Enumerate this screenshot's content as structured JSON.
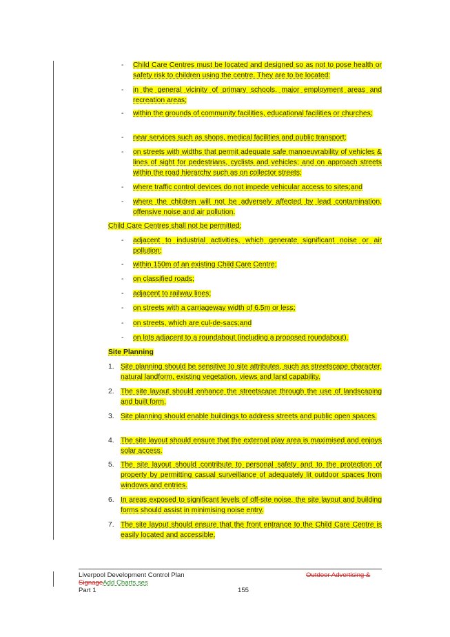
{
  "bullets_a": [
    "Child Care Centres must be located and designed so as not to pose health or safety risk to children using the centre. They are to be located:",
    " in the general vicinity of primary schools, major employment areas and recreation areas;",
    "within the grounds of community facilities, educational facilities or churches;",
    "near services such as shops, medical facilities and public transport;",
    "on streets with widths that permit adequate safe manoeuvrability of vehicles & lines of sight for pedestrians, cyclists and vehicles; and on approach streets within the road hierarchy such as on collector streets;",
    "where traffic control devices do not impede vehicular access to sites;and",
    "where the children will not be adversely affected by lead contamination, offensive noise and air pollution."
  ],
  "not_permitted_intro": "Child Care Centres shall not be permitted:",
  "bullets_b": [
    "adjacent to industrial activities, which generate significant noise or air pollution;",
    "within 150m of an existing Child Care Centre;",
    "on classified roads;",
    "adjacent to railway lines;",
    "on streets with a carriageway width of 6.5m or less;",
    "on streets, which are cul-de-sacs;and",
    "on lots adjacent to a roundabout (including a proposed roundabout)."
  ],
  "bullet_marker": "-",
  "heading": "Site Planning",
  "numbered": [
    {
      "num": "1.",
      "text": "Site planning should be sensitive to site attributes, such as streetscape character, natural landform, existing vegetation, views and land capability."
    },
    {
      "num": "2.",
      "text": "The site layout should enhance the streetscape through the use of landscaping and built form."
    },
    {
      "num": "3.",
      "text": "Site planning should enable buildings to address streets and public open spaces."
    },
    {
      "num": "4.",
      "text": "The site layout should ensure that the external play area is maximised and enjoys solar access."
    },
    {
      "num": "5.",
      "text": "The site layout should contribute to personal safety and to the protection of property by permitting casual surveillance of adequately lit outdoor spaces from windows and entries."
    },
    {
      "num": "6.",
      "text": "In areas exposed to significant levels of off-site noise, the site layout and building forms should assist in minimising noise entry."
    },
    {
      "num": "7.",
      "text": "The site layout should ensure that the front entrance to the Child Care Centre is easily located and accessible."
    }
  ],
  "footer": {
    "plan_title": "Liverpool Development Control Plan",
    "part_title_red": "Outdoor Advertising &",
    "signage_struck": "Signage",
    "signage_added": "Add Charts.ses",
    "part": "Part 1",
    "page_number": "155"
  }
}
